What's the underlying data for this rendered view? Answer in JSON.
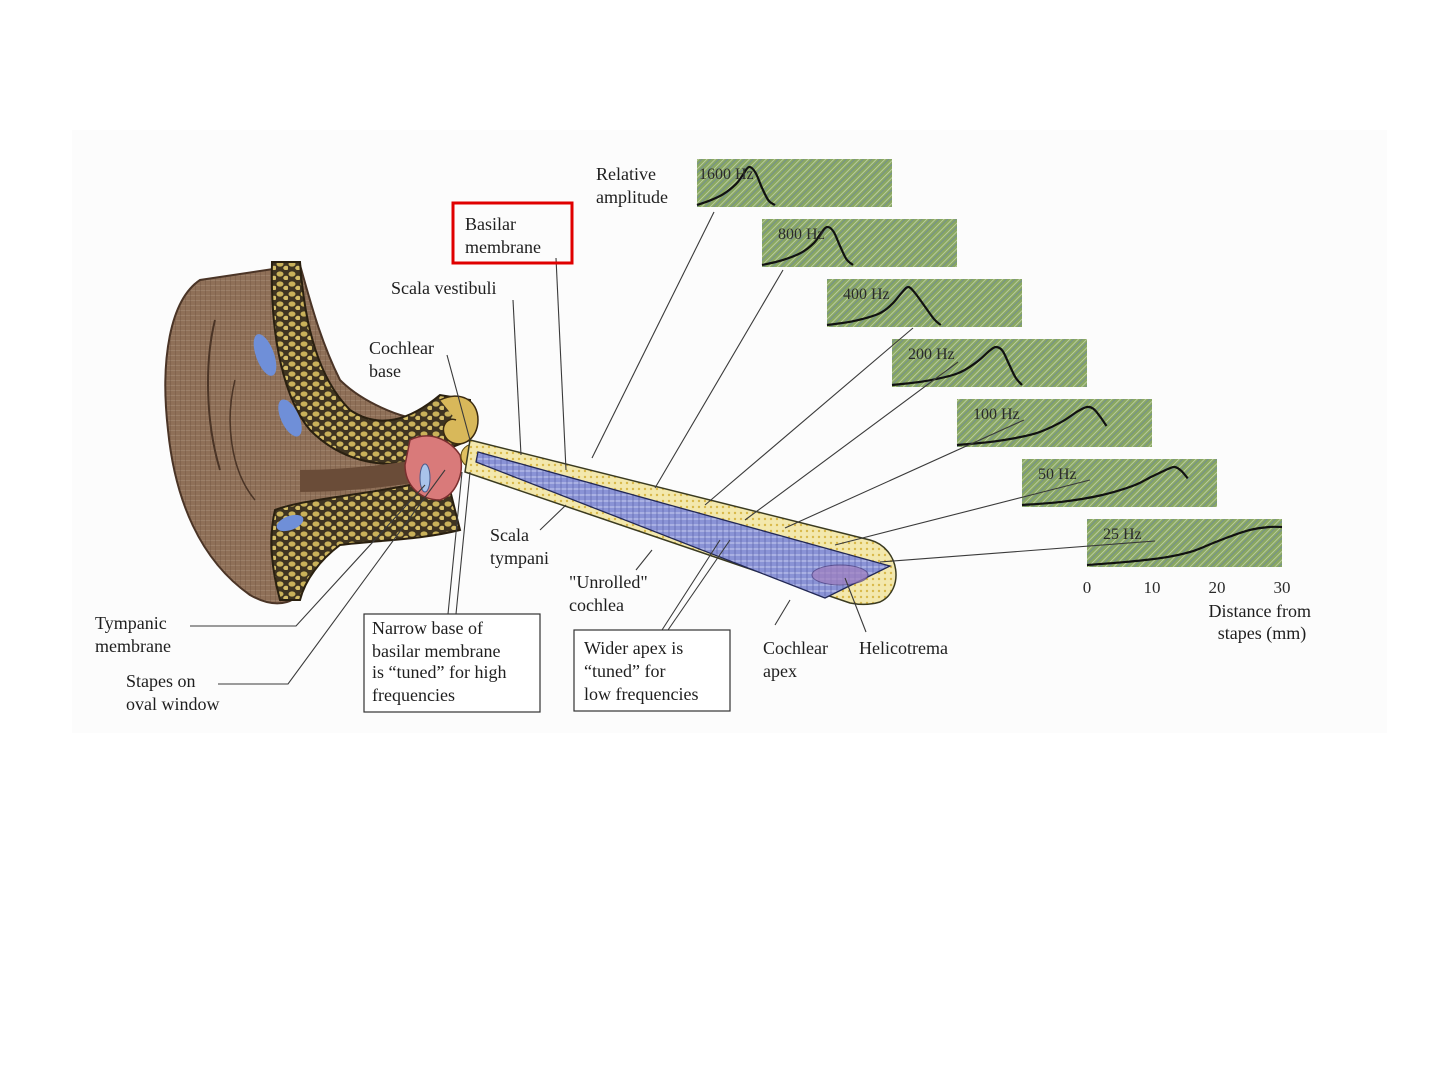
{
  "figure": {
    "highlighted_label": "Basilar membrane",
    "highlight_color": "#e00000",
    "labels": {
      "relative_amplitude": [
        "Relative",
        "amplitude"
      ],
      "basilar_membrane": [
        "Basilar",
        "membrane"
      ],
      "scala_vestibuli": "Scala vestibuli",
      "cochlear_base": [
        "Cochlear",
        "base"
      ],
      "scala_tympani": [
        "Scala",
        "tympani"
      ],
      "unrolled_cochlea": [
        "\"Unrolled\"",
        "cochlea"
      ],
      "tympanic_membrane": [
        "Tympanic",
        "membrane"
      ],
      "stapes": [
        "Stapes on",
        "oval window"
      ],
      "narrow_base_box": [
        "Narrow base of",
        "basilar membrane",
        "is “tuned” for high",
        "frequencies"
      ],
      "wider_apex_box": [
        "Wider apex is",
        "“tuned” for",
        "low frequencies"
      ],
      "cochlear_apex": [
        "Cochlear",
        "apex"
      ],
      "helicotrema": "Helicotrema",
      "distance_axis": [
        "Distance from",
        "stapes (mm)"
      ]
    },
    "colors": {
      "panel_green": "#7f9f5a",
      "membrane_blue": "#7d86c8",
      "cochlea_yellow": "#efe09a",
      "ear_brown": "#8a6a50",
      "bone_tan": "#c9ad55",
      "fluid_blue": "#6f8fd8"
    }
  },
  "chart_data": {
    "type": "line",
    "title": "Relative amplitude",
    "xlabel": "Distance from stapes (mm)",
    "ylabel": "Relative amplitude",
    "xlim": [
      0,
      30
    ],
    "xticks": [
      0,
      10,
      20,
      30
    ],
    "tick_labels": [
      "0",
      "10",
      "20",
      "30"
    ],
    "series": [
      {
        "name": "1600 Hz",
        "peak_mm": 8,
        "x": [
          0,
          2,
          4,
          6,
          7,
          8,
          9,
          10,
          11,
          12
        ],
        "y": [
          0.0,
          0.12,
          0.28,
          0.55,
          0.78,
          1.0,
          0.85,
          0.45,
          0.12,
          0.0
        ]
      },
      {
        "name": "800 Hz",
        "peak_mm": 10,
        "x": [
          0,
          3,
          6,
          8,
          9,
          10,
          11,
          12,
          13,
          14
        ],
        "y": [
          0.0,
          0.12,
          0.32,
          0.58,
          0.82,
          1.0,
          0.88,
          0.5,
          0.15,
          0.0
        ]
      },
      {
        "name": "400 Hz",
        "peak_mm": 12.5,
        "x": [
          0,
          4,
          8,
          10,
          11.5,
          12.5,
          13.5,
          15,
          16.5,
          17.5
        ],
        "y": [
          0.0,
          0.1,
          0.3,
          0.55,
          0.85,
          1.0,
          0.85,
          0.5,
          0.15,
          0.0
        ]
      },
      {
        "name": "200 Hz",
        "peak_mm": 16,
        "x": [
          0,
          5,
          10,
          13,
          15,
          16,
          17,
          18,
          19,
          20
        ],
        "y": [
          0.0,
          0.1,
          0.3,
          0.6,
          0.9,
          1.0,
          0.9,
          0.55,
          0.2,
          0.0
        ]
      },
      {
        "name": "100 Hz",
        "peak_mm": 20,
        "x": [
          0,
          6,
          12,
          16,
          18.5,
          20,
          21,
          22,
          23
        ],
        "y": [
          0.0,
          0.1,
          0.3,
          0.6,
          0.88,
          1.0,
          0.95,
          0.75,
          0.5
        ]
      },
      {
        "name": "50 Hz",
        "peak_mm": 23.5,
        "x": [
          0,
          6,
          12,
          17,
          20,
          22.5,
          23.5,
          24.5,
          25.5
        ],
        "y": [
          0.0,
          0.08,
          0.25,
          0.5,
          0.75,
          0.95,
          1.0,
          0.9,
          0.7
        ]
      },
      {
        "name": "25 Hz",
        "peak_mm": 28,
        "x": [
          0,
          6,
          12,
          16,
          19,
          22,
          25,
          28,
          30
        ],
        "y": [
          0.0,
          0.08,
          0.2,
          0.35,
          0.55,
          0.75,
          0.92,
          1.0,
          1.0
        ]
      }
    ]
  }
}
